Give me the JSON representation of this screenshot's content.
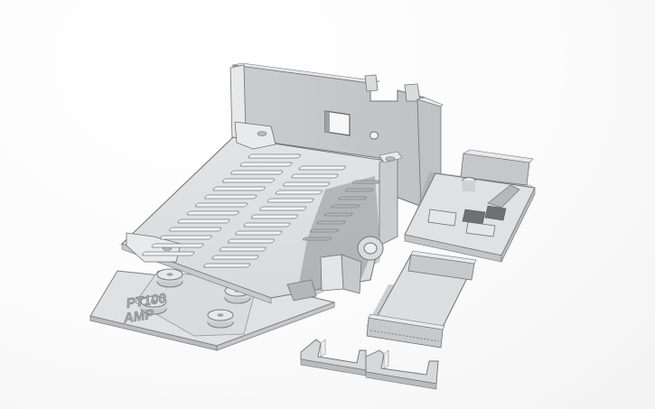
{
  "scene": {
    "type": "3d-model-render",
    "background_color": "#fbfbfb",
    "part_color": "#d6d9da",
    "part_shadow_color": "#9a9ea0",
    "edge_color": "#6f7375"
  },
  "parts": [
    {
      "id": "main-enclosure",
      "label": "Main enclosure with vented floor"
    },
    {
      "id": "base-plate",
      "label": "Base plate with mounting bosses",
      "emboss_text": [
        "PT100",
        "AMP"
      ]
    },
    {
      "id": "pcb-tray",
      "label": "PCB tray"
    },
    {
      "id": "sliding-lid",
      "label": "Sliding lid"
    },
    {
      "id": "clip-left",
      "label": "Retaining clip left"
    },
    {
      "id": "clip-right",
      "label": "Retaining clip right"
    }
  ],
  "labels": {
    "emboss_line1": "PT100",
    "emboss_line2": "AMP"
  }
}
